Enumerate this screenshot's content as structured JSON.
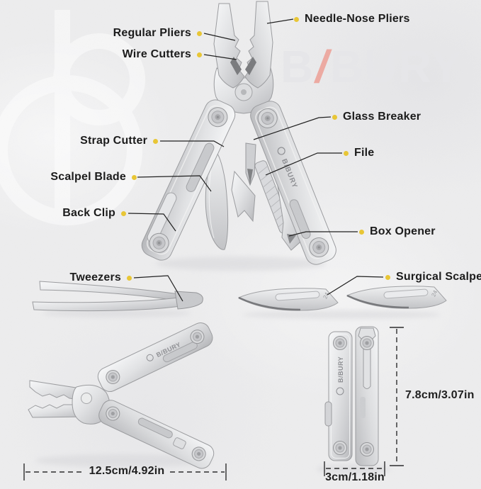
{
  "colors": {
    "background": "#ededee",
    "label_text": "#1c1c1c",
    "callout_dot": "#e8c636",
    "leader_line": "#1f1f1f",
    "dimension_text": "#1f1f1f",
    "watermark_gray": "#e7e7ea",
    "watermark_red": "#edaaa2",
    "steel_light": "#f8f9fa",
    "steel_dark": "#b4b5b8"
  },
  "watermark": {
    "prefix": "B",
    "slash": "/",
    "suffix": "BURY"
  },
  "callouts": {
    "needle_nose_pliers": "Needle-Nose Pliers",
    "regular_pliers": "Regular Pliers",
    "wire_cutters": "Wire Cutters",
    "glass_breaker": "Glass Breaker",
    "file": "File",
    "strap_cutter": "Strap Cutter",
    "scalpel_blade": "Scalpel Blade",
    "back_clip": "Back Clip",
    "box_opener": "Box Opener",
    "tweezers": "Tweezers",
    "surgical_scalpel": "Surgical Scalpel"
  },
  "dimensions": {
    "length": "12.5cm/4.92in",
    "width": "3cm/1.18in",
    "height": "7.8cm/3.07in"
  },
  "engravings": {
    "handle_logo": "B/BURY",
    "blade_size": "24"
  }
}
